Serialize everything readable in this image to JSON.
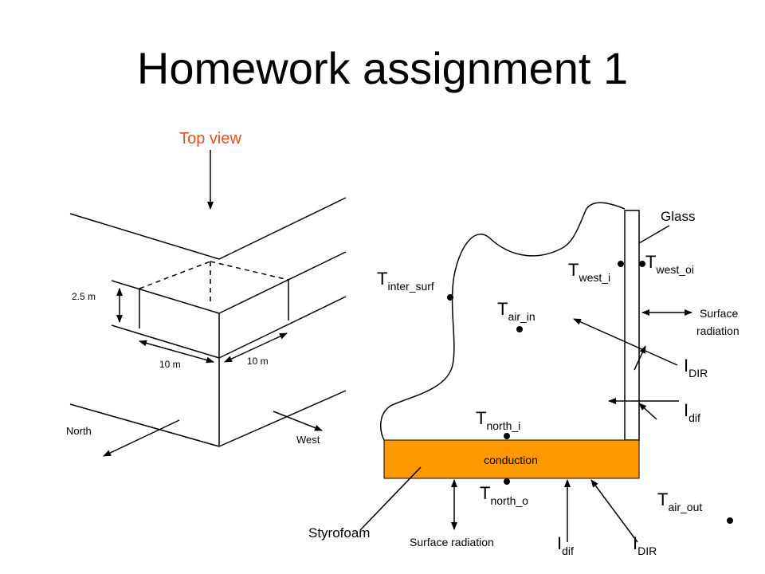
{
  "title": "Homework assignment 1",
  "colors": {
    "accent_text": "#E8501F",
    "conduction_fill": "#FF9900"
  },
  "left_diagram": {
    "top_view_label": "Top view",
    "height_label": "2.5 m",
    "width_label_1": "10 m",
    "width_label_2": "10 m",
    "north_label": "North",
    "west_label": "West"
  },
  "right_diagram": {
    "glass_label": "Glass",
    "conduction_label": "conduction",
    "styrofoam_label": "Styrofoam",
    "surface_radiation_bottom": "Surface radiation",
    "surface_radiation_right_1": "Surface",
    "surface_radiation_right_2": "radiation",
    "t_inter_surf": {
      "main": "T",
      "sub": "inter_surf"
    },
    "t_air_in": {
      "main": "T",
      "sub": "air_in"
    },
    "t_west_i": {
      "main": "T",
      "sub": "west_i"
    },
    "t_west_oi": {
      "main": "T",
      "sub": "west_oi"
    },
    "t_north_i": {
      "main": "T",
      "sub": "north_i"
    },
    "t_north_o": {
      "main": "T",
      "sub": "north_o"
    },
    "t_air_out": {
      "main": "T",
      "sub": "air_out"
    },
    "i_dir_right": {
      "main": "I",
      "sub": "DIR"
    },
    "i_dif_right": {
      "main": "I",
      "sub": "dif"
    },
    "i_dif_bottom": {
      "main": "I",
      "sub": "dif"
    },
    "i_dir_bottom": {
      "main": "I",
      "sub": "DIR"
    }
  }
}
